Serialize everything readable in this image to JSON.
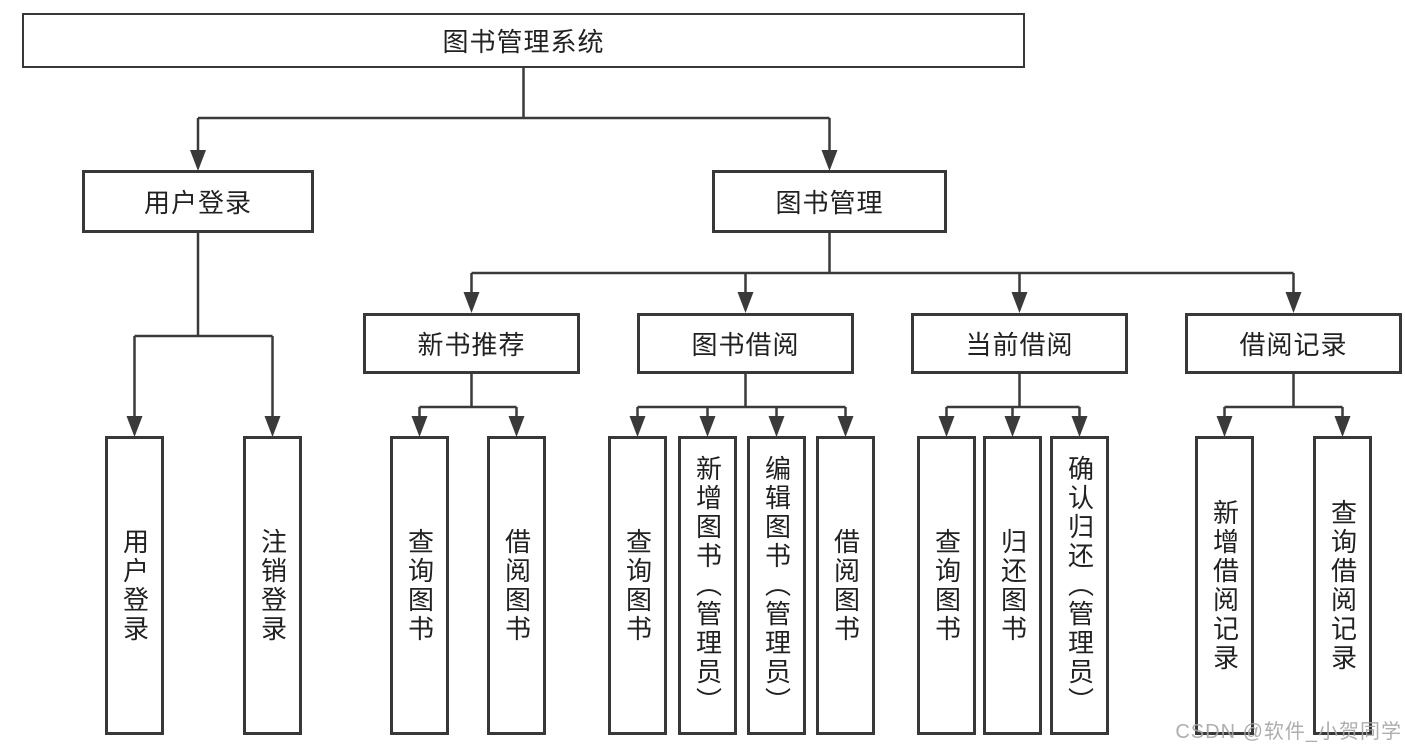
{
  "tree": {
    "root": "图书管理系统",
    "children": [
      {
        "label": "用户登录",
        "children": [
          {
            "label": "用户登录"
          },
          {
            "label": "注销登录"
          }
        ]
      },
      {
        "label": "图书管理",
        "children": [
          {
            "label": "新书推荐",
            "children": [
              {
                "label": "查询图书"
              },
              {
                "label": "借阅图书"
              }
            ]
          },
          {
            "label": "图书借阅",
            "children": [
              {
                "label": "查询图书"
              },
              {
                "label": "新增图书（管理员）"
              },
              {
                "label": "编辑图书（管理员）"
              },
              {
                "label": "借阅图书"
              }
            ]
          },
          {
            "label": "当前借阅",
            "children": [
              {
                "label": "查询图书"
              },
              {
                "label": "归还图书"
              },
              {
                "label": "确认归还（管理员）"
              }
            ]
          },
          {
            "label": "借阅记录",
            "children": [
              {
                "label": "新增借阅记录"
              },
              {
                "label": "查询借阅记录"
              }
            ]
          }
        ]
      }
    ]
  },
  "watermark": {
    "text": "CSDN @软件_小贺同学"
  },
  "colors": {
    "line": "#3a3a3a",
    "box_border": "#383838",
    "text": "#212121",
    "watermark": "#a5a5a5",
    "background": "#ffffff"
  }
}
